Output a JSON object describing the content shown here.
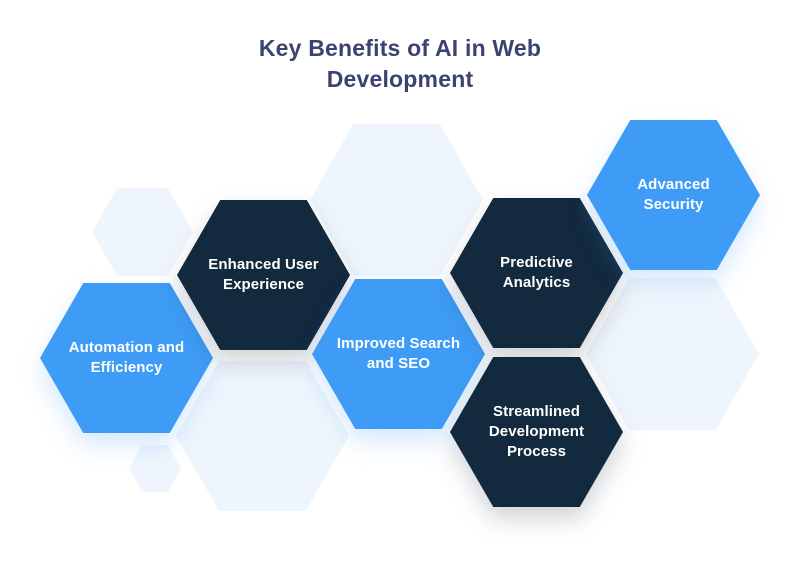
{
  "title": "Key Benefits of AI in Web Development",
  "colors": {
    "blue": "#3E9CF7",
    "dark": "#12293E",
    "pale": "#EFF5FC",
    "title": "#3C4370",
    "hex-text": "#FFFFFF",
    "page-bg": "#FFFFFF"
  },
  "hexagons": [
    {
      "label": "Automation and Efficiency",
      "style": "blue"
    },
    {
      "label": "Enhanced User Experience",
      "style": "dark"
    },
    {
      "label": "Improved Search and SEO",
      "style": "blue"
    },
    {
      "label": "Predictive Analytics",
      "style": "dark"
    },
    {
      "label": "Streamlined Development Process",
      "style": "dark"
    },
    {
      "label": "Advanced Security",
      "style": "blue"
    }
  ]
}
